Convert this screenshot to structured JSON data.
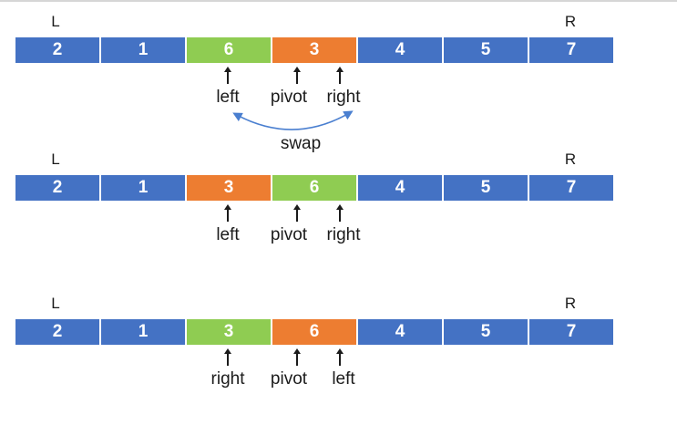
{
  "page": {
    "background": "#ffffff",
    "top_border_color": "#d6d6d6"
  },
  "colors": {
    "cell_blue": "#4472C4",
    "cell_green": "#8FCC52",
    "cell_orange": "#ED7D31",
    "cell_text": "#ffffff",
    "label_text": "#1b1b1b",
    "swap_arrow": "#4A7FD0"
  },
  "diagram": {
    "rows": [
      {
        "left_bound_label": "L",
        "right_bound_label": "R",
        "cells": [
          {
            "value": "2",
            "bg": "#4472C4"
          },
          {
            "value": "1",
            "bg": "#4472C4"
          },
          {
            "value": "6",
            "bg": "#8FCC52"
          },
          {
            "value": "3",
            "bg": "#ED7D31"
          },
          {
            "value": "4",
            "bg": "#4472C4"
          },
          {
            "value": "5",
            "bg": "#4472C4"
          },
          {
            "value": "7",
            "bg": "#4472C4"
          }
        ],
        "pointers": [
          {
            "label": "left"
          },
          {
            "label": "pivot"
          },
          {
            "label": "right"
          }
        ],
        "swap_label": "swap"
      },
      {
        "left_bound_label": "L",
        "right_bound_label": "R",
        "cells": [
          {
            "value": "2",
            "bg": "#4472C4"
          },
          {
            "value": "1",
            "bg": "#4472C4"
          },
          {
            "value": "3",
            "bg": "#ED7D31"
          },
          {
            "value": "6",
            "bg": "#8FCC52"
          },
          {
            "value": "4",
            "bg": "#4472C4"
          },
          {
            "value": "5",
            "bg": "#4472C4"
          },
          {
            "value": "7",
            "bg": "#4472C4"
          }
        ],
        "pointers": [
          {
            "label": "left"
          },
          {
            "label": "pivot"
          },
          {
            "label": "right"
          }
        ]
      },
      {
        "left_bound_label": "L",
        "right_bound_label": "R",
        "cells": [
          {
            "value": "2",
            "bg": "#4472C4"
          },
          {
            "value": "1",
            "bg": "#4472C4"
          },
          {
            "value": "3",
            "bg": "#8FCC52"
          },
          {
            "value": "6",
            "bg": "#ED7D31"
          },
          {
            "value": "4",
            "bg": "#4472C4"
          },
          {
            "value": "5",
            "bg": "#4472C4"
          },
          {
            "value": "7",
            "bg": "#4472C4"
          }
        ],
        "pointers": [
          {
            "label": "right"
          },
          {
            "label": "pivot"
          },
          {
            "label": "left"
          }
        ]
      }
    ]
  }
}
